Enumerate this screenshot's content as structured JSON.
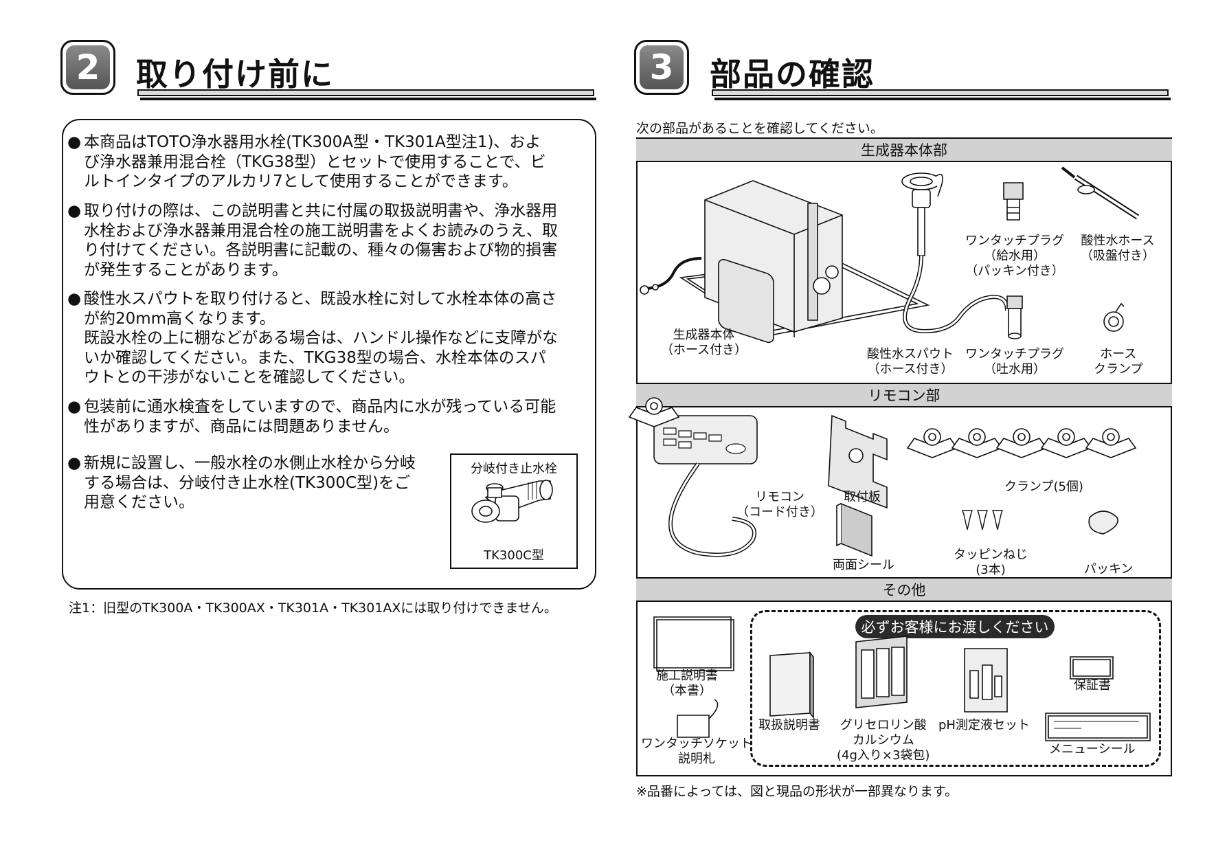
{
  "left": {
    "number": "2",
    "title": "取り付け前に",
    "bullets": [
      {
        "mark": "●",
        "lines": [
          "本商品はTOTO浄水器用水栓(TK300A型・TK301A型注1)、およ",
          "び浄水器兼用混合栓（TKG38型）とセットで使用することで、ビ",
          "ルトインタイプのアルカリ7として使用することができます。"
        ]
      },
      {
        "mark": "●",
        "lines": [
          "取り付けの際は、この説明書と共に付属の取扱説明書や、浄水器用",
          "水栓および浄水器兼用混合栓の施工説明書をよくお読みのうえ、取",
          "り付けてください。各説明書に記載の、種々の傷害および物的損害",
          "が発生することがあります。"
        ]
      },
      {
        "mark": "●",
        "lines": [
          "酸性水スパウトを取り付けると、既設水栓に対して水栓本体の高さ",
          "が約20mm高くなります。",
          "既設水栓の上に棚などがある場合は、ハンドル操作などに支障がな",
          "いか確認してください。また、TKG38型の場合、水栓本体のスパ",
          "ウトとの干渉がないことを確認してください。"
        ]
      },
      {
        "mark": "●",
        "lines": [
          "包装前に通水検査をしていますので、商品内に水が残っている可能",
          "性がありますが、商品には問題ありません。"
        ]
      },
      {
        "mark": "●",
        "lines": [
          "新規に設置し、一般水栓の水側止水栓から分岐",
          "する場合は、分岐付き止水栓(TK300C型)をご",
          "用意ください。"
        ]
      }
    ],
    "inset": {
      "title": "分岐付き止水栓",
      "model": "TK300C型"
    },
    "note": "注1：旧型のTK300A・TK300AX・TK301A・TK301AXには取り付けできません。"
  },
  "right": {
    "number": "3",
    "title": "部品の確認",
    "intro": "次の部品があることを確認してください。",
    "band_generator": "生成器本体部",
    "band_remote": "リモコン部",
    "band_other": "その他",
    "parts_generator": [
      {
        "lines": [
          "生成器本体",
          "（ホース付き）"
        ]
      },
      {
        "lines": [
          "酸性水スパウト",
          "（ホース付き）"
        ]
      },
      {
        "lines": [
          "ワンタッチプラグ",
          "（給水用）",
          "（パッキン付き）"
        ]
      },
      {
        "lines": [
          "酸性水ホース",
          "（吸盤付き）"
        ]
      },
      {
        "lines": [
          "ワンタッチプラグ",
          "（吐水用）"
        ]
      },
      {
        "lines": [
          "ホース",
          "クランプ"
        ]
      }
    ],
    "parts_remote": [
      {
        "lines": [
          "リモコン",
          "（コード付き）"
        ]
      },
      {
        "lines": [
          "取付板"
        ]
      },
      {
        "lines": [
          "クランプ(5個)"
        ]
      },
      {
        "lines": [
          "両面シール"
        ]
      },
      {
        "lines": [
          "タッピンねじ",
          "(3本)"
        ]
      },
      {
        "lines": [
          "パッキン"
        ]
      }
    ],
    "parts_other": [
      {
        "lines": [
          "施工説明書",
          "（本書）"
        ]
      },
      {
        "lines": [
          "ワンタッチソケット",
          "説明札"
        ]
      },
      {
        "lines": [
          "取扱説明書"
        ]
      },
      {
        "lines": [
          "グリセロリン酸",
          "カルシウム",
          "(4g入り×3袋包)"
        ]
      },
      {
        "lines": [
          "pH測定液セット"
        ]
      },
      {
        "lines": [
          "保証書"
        ]
      },
      {
        "lines": [
          "メニューシール"
        ]
      }
    ],
    "handover": "必ずお客様にお渡しください",
    "footnote": "※品番によっては、図と現品の形状が一部異なります。"
  }
}
